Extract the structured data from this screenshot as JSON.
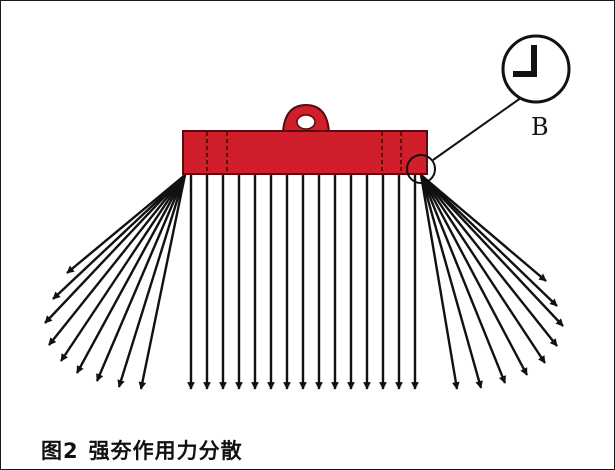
{
  "figure": {
    "caption_number": "图2",
    "caption_text": "强夯作用力分散"
  },
  "detail": {
    "label": "B"
  },
  "colors": {
    "magnet_body": "#d01e2a",
    "magnet_outline": "#5a0a10",
    "arrow": "#111111",
    "frame": "#1a1a1a"
  }
}
